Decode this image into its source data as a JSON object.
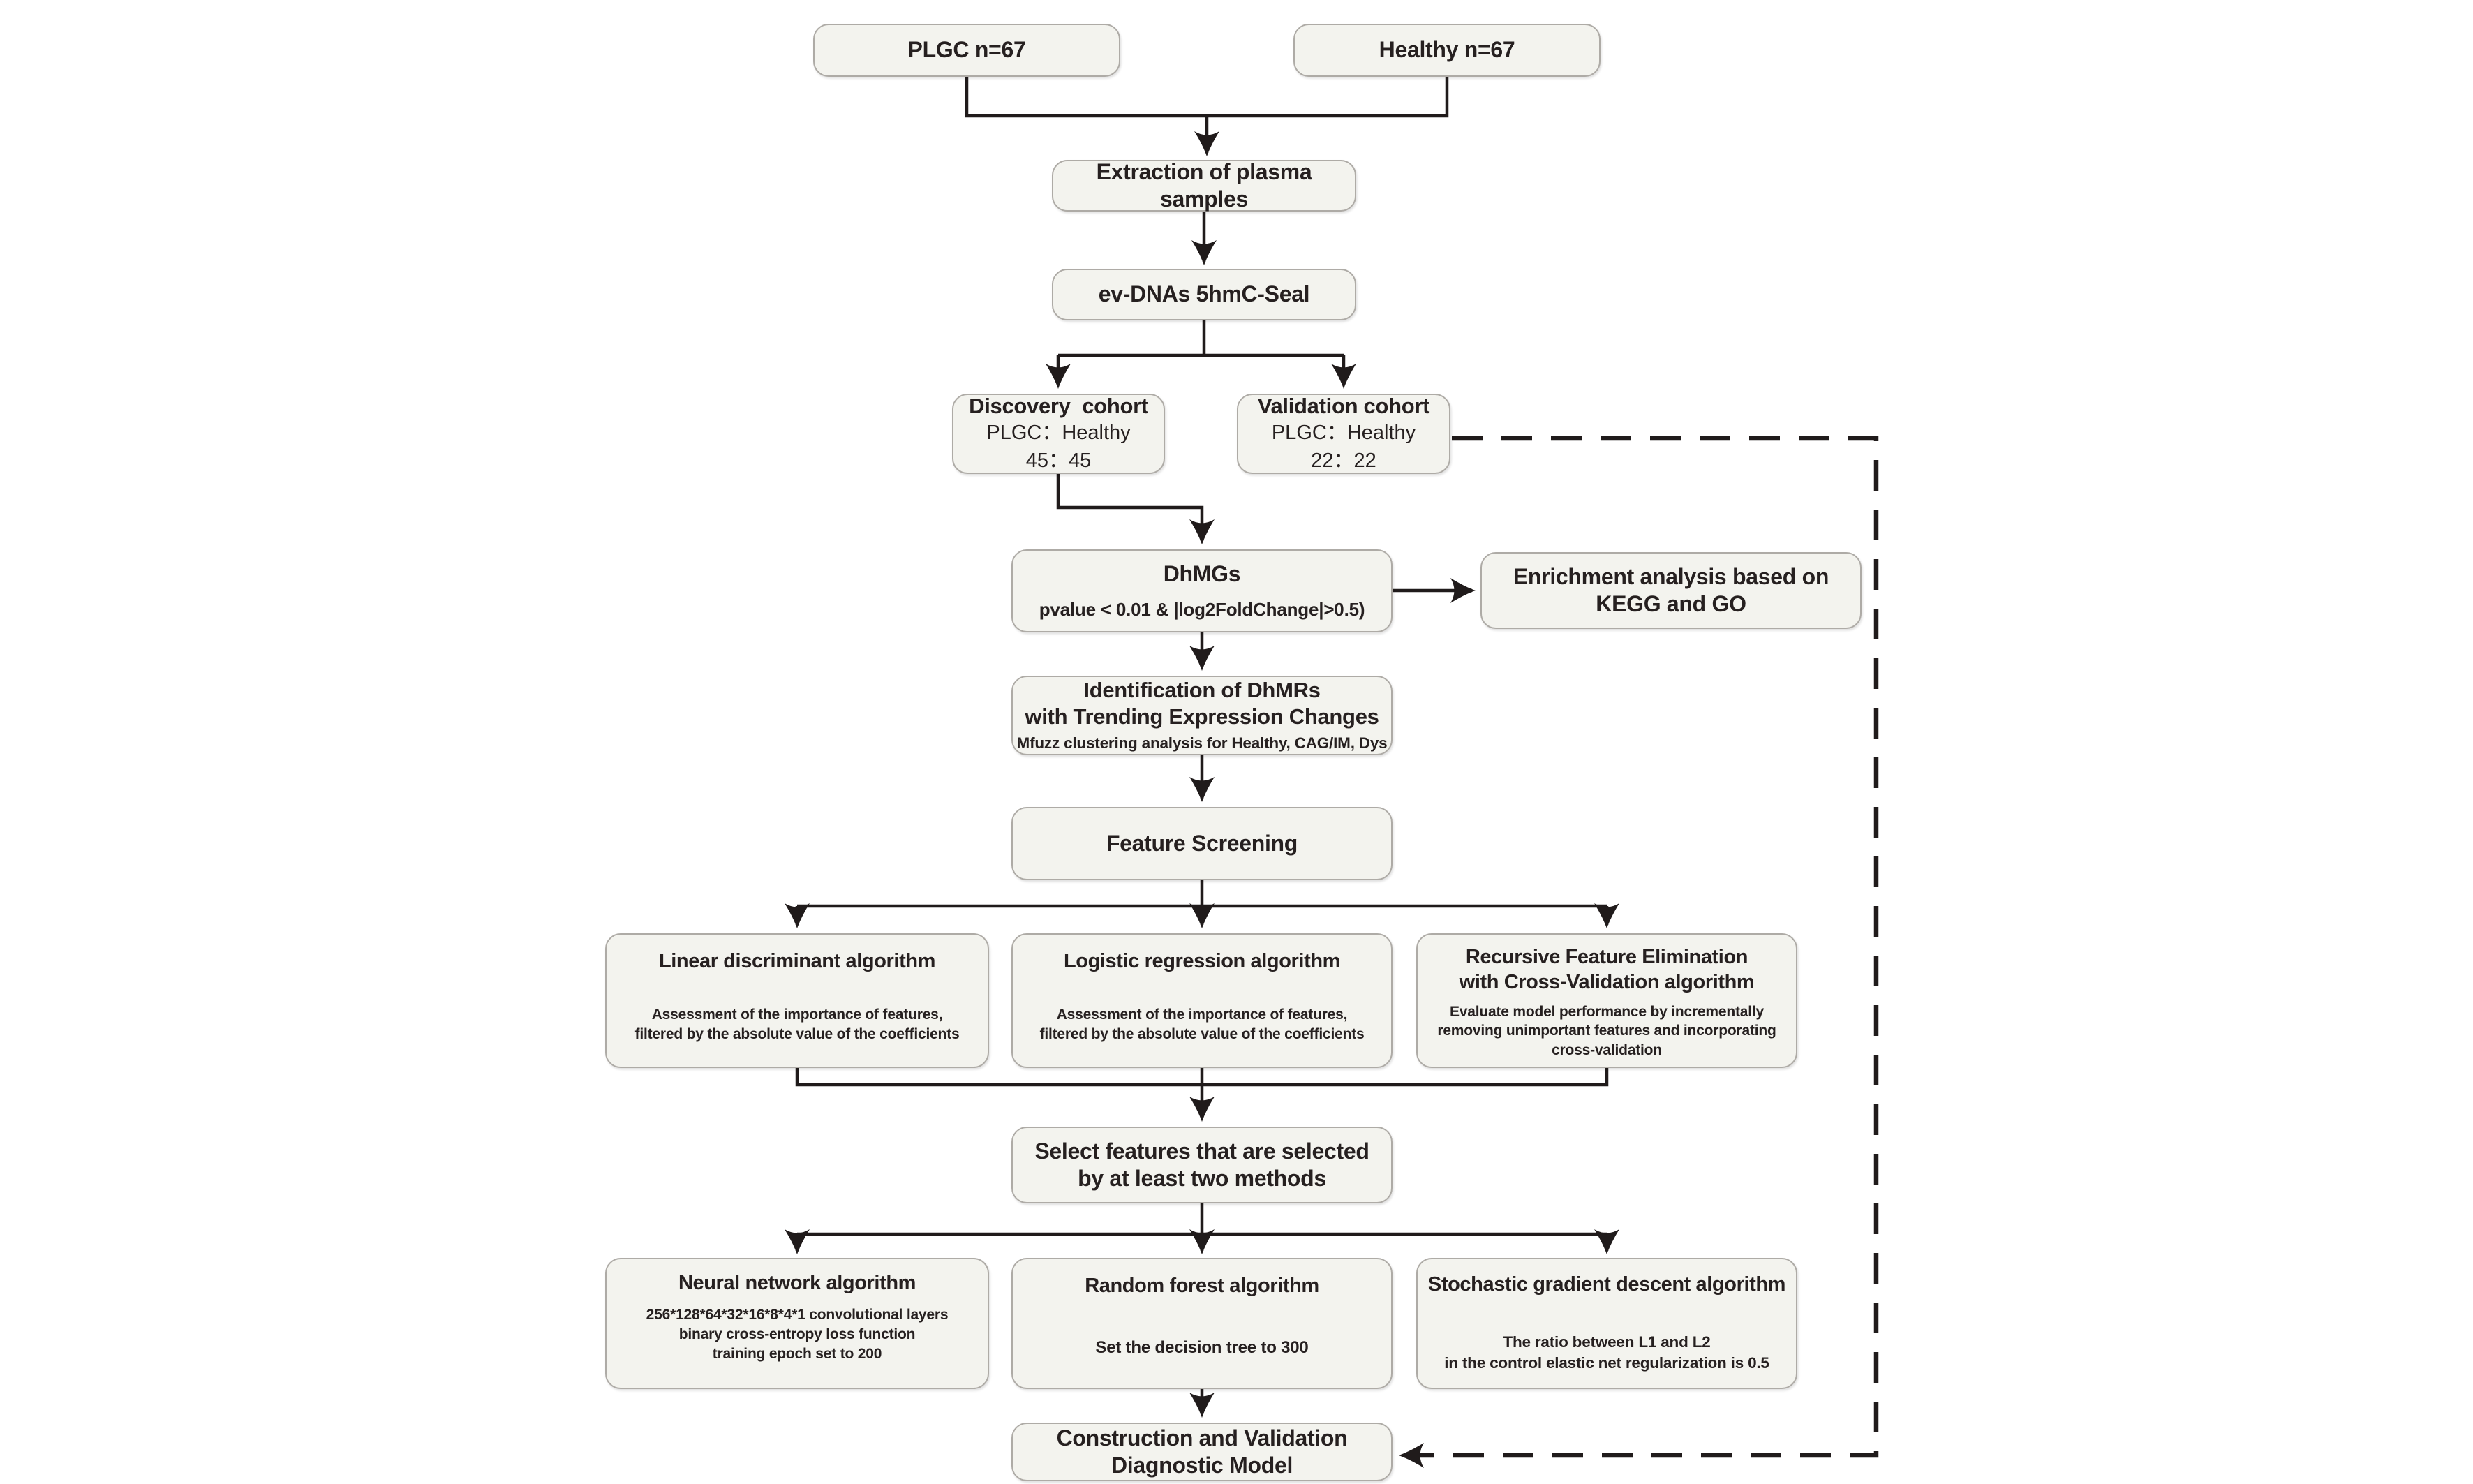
{
  "colors": {
    "box_fill": "#f3f3ee",
    "box_border": "#aeaba6",
    "text": "#262020",
    "arrow": "#201b1b",
    "background": "#ffffff"
  },
  "nodes": {
    "plgc": {
      "title": "PLGC n=67"
    },
    "healthy": {
      "title": "Healthy n=67"
    },
    "extraction": {
      "title": "Extraction of plasma samples"
    },
    "evdna": {
      "title": "ev-DNAs 5hmC-Seal"
    },
    "discovery": {
      "title": "Discovery  cohort",
      "ratio_label": "PLGC：Healthy",
      "ratio": "45：45"
    },
    "validation": {
      "title": "Validation cohort",
      "ratio_label": "PLGC：Healthy",
      "ratio": "22：22"
    },
    "dhmgs": {
      "title": "DhMGs",
      "criteria": "pvalue < 0.01 & |log2FoldChange|>0.5)"
    },
    "enrichment": {
      "line1": "Enrichment analysis based on",
      "line2": "KEGG and GO"
    },
    "dhmrs": {
      "line1": "Identification of DhMRs",
      "line2": "with Trending Expression Changes",
      "method": "Mfuzz clustering analysis for Healthy, CAG/IM, Dys"
    },
    "screening": {
      "title": "Feature Screening"
    },
    "lda": {
      "title": "Linear discriminant algorithm",
      "desc1": "Assessment of the importance of features,",
      "desc2": "filtered by the absolute value of the coefficients"
    },
    "logreg": {
      "title": "Logistic regression algorithm",
      "desc1": "Assessment of the importance of features,",
      "desc2": "filtered by the absolute value of the coefficients"
    },
    "rfe": {
      "line1": "Recursive Feature Elimination",
      "line2": "with Cross-Validation algorithm",
      "desc1": "Evaluate model performance by incrementally",
      "desc2": "removing unimportant features and incorporating",
      "desc3": "cross-validation"
    },
    "select": {
      "line1": "Select features that are selected",
      "line2": "by at least two methods"
    },
    "nn": {
      "title": "Neural network algorithm",
      "desc1": "256*128*64*32*16*8*4*1 convolutional layers",
      "desc2": "binary cross-entropy loss function",
      "desc3": "training epoch set to 200"
    },
    "rf": {
      "title": "Random forest algorithm",
      "desc1": "Set the decision tree to 300"
    },
    "sgd": {
      "title": "Stochastic gradient descent algorithm",
      "desc1": "The ratio between L1 and L2",
      "desc2": "in the control elastic net regularization is 0.5"
    },
    "final": {
      "line1": "Construction and Validation",
      "line2": "Diagnostic Model"
    }
  }
}
